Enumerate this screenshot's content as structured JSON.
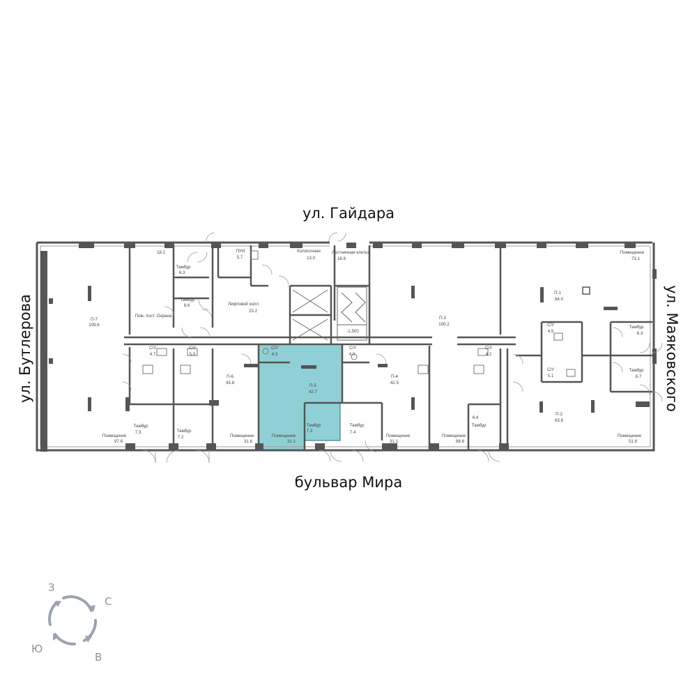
{
  "streets": {
    "top": "ул. Гайдара",
    "bottom": "бульвар Мира",
    "left": "ул. Бутлерова",
    "right": "ул. Маяковского"
  },
  "compass": {
    "north": "С",
    "west": "З",
    "south": "Ю",
    "east": "В"
  },
  "colors": {
    "highlight": "#8fd0d6",
    "wall": "#555555",
    "thin": "#9a9a9a",
    "text": "#444444",
    "compass": "#8a93a0"
  },
  "highlighted_unit": "П-5",
  "rooms": [
    {
      "id": "p7",
      "name": "П-7",
      "area": "109.6"
    },
    {
      "id": "p7pom",
      "name": "Помещение",
      "area": "97.8"
    },
    {
      "id": "tambur-left",
      "name": "Тамбур",
      "area": "7.3"
    },
    {
      "id": "n182",
      "name": "",
      "area": "18.2"
    },
    {
      "id": "tambur-63a",
      "name": "Тамбур",
      "area": "6.3"
    },
    {
      "id": "tambur-86",
      "name": "Тамбур",
      "area": "8.6"
    },
    {
      "id": "ohrana",
      "name": "Пож. пост. Охрана",
      "area": ""
    },
    {
      "id": "pui",
      "name": "ПУИ",
      "area": "5.7"
    },
    {
      "id": "kolyasochnaya",
      "name": "Колясочная",
      "area": "13.0"
    },
    {
      "id": "lestnichnaya",
      "name": "Лестничная клетка",
      "area": "16.8"
    },
    {
      "id": "lift",
      "name": "Лифтовой холл",
      "area": "23.2"
    },
    {
      "id": "su47",
      "name": "С/У",
      "area": "4.7"
    },
    {
      "id": "su50",
      "name": "С/У",
      "area": "5.0"
    },
    {
      "id": "p6",
      "name": "П-6",
      "area": "43.8"
    },
    {
      "id": "tambur-72",
      "name": "Тамбур",
      "area": "7.2"
    },
    {
      "id": "p6pom",
      "name": "Помещение",
      "area": "31.6"
    },
    {
      "id": "su43",
      "name": "С/У",
      "area": "4.3"
    },
    {
      "id": "p5",
      "name": "П-5",
      "area": "42.7"
    },
    {
      "id": "p5pom",
      "name": "Помещение",
      "area": "31.1"
    },
    {
      "id": "tambur-73",
      "name": "Тамбур",
      "area": "7.3"
    },
    {
      "id": "su40",
      "name": "С/У",
      "area": "4.0"
    },
    {
      "id": "p4",
      "name": "П-4",
      "area": "42.5"
    },
    {
      "id": "tambur-74",
      "name": "Тамбур",
      "area": "7.4"
    },
    {
      "id": "p4pom",
      "name": "Помещение",
      "area": "31.1"
    },
    {
      "id": "p3",
      "name": "П-3",
      "area": "100.2"
    },
    {
      "id": "su42",
      "name": "С/У",
      "area": "4.2"
    },
    {
      "id": "p3pom",
      "name": "Помещение",
      "area": "88.6"
    },
    {
      "id": "n64",
      "name": "Тамбур",
      "area": "6.4"
    },
    {
      "id": "p1pom",
      "name": "Помещение",
      "area": "73.1"
    },
    {
      "id": "p1",
      "name": "П-1",
      "area": "84.0"
    },
    {
      "id": "su45",
      "name": "С/У",
      "area": "4.5"
    },
    {
      "id": "su51",
      "name": "С/У",
      "area": "5.1"
    },
    {
      "id": "tambur-63b",
      "name": "Тамбур",
      "area": "6.3"
    },
    {
      "id": "tambur-67",
      "name": "Тамбур",
      "area": "6.7"
    },
    {
      "id": "p2",
      "name": "П-2",
      "area": "63.6"
    },
    {
      "id": "p2pom",
      "name": "Помещение",
      "area": "51.8"
    }
  ],
  "level_mark": "-1,500"
}
